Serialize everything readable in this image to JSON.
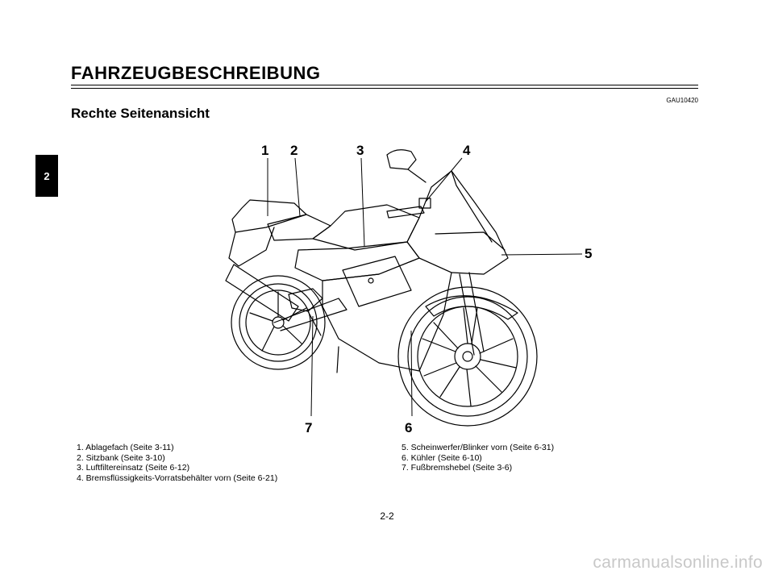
{
  "header": {
    "section_title": "FAHRZEUGBESCHREIBUNG",
    "doc_code": "GAU10420",
    "subtitle": "Rechte Seitenansicht"
  },
  "chapter_tab": "2",
  "callouts": [
    "1",
    "2",
    "3",
    "4",
    "5",
    "6",
    "7"
  ],
  "captions_left": [
    "1. Ablagefach (Seite 3-11)",
    "2. Sitzbank (Seite 3-10)",
    "3. Luftfiltereinsatz (Seite 6-12)",
    "4. Bremsflüssigkeits-Vorratsbehälter vorn (Seite 6-21)"
  ],
  "captions_right": [
    "5. Scheinwerfer/Blinker vorn (Seite 6-31)",
    "6. Kühler (Seite 6-10)",
    "7. Fußbremshebel (Seite 3-6)"
  ],
  "page_number": "2-2",
  "watermark": "carmanualsonline.info"
}
